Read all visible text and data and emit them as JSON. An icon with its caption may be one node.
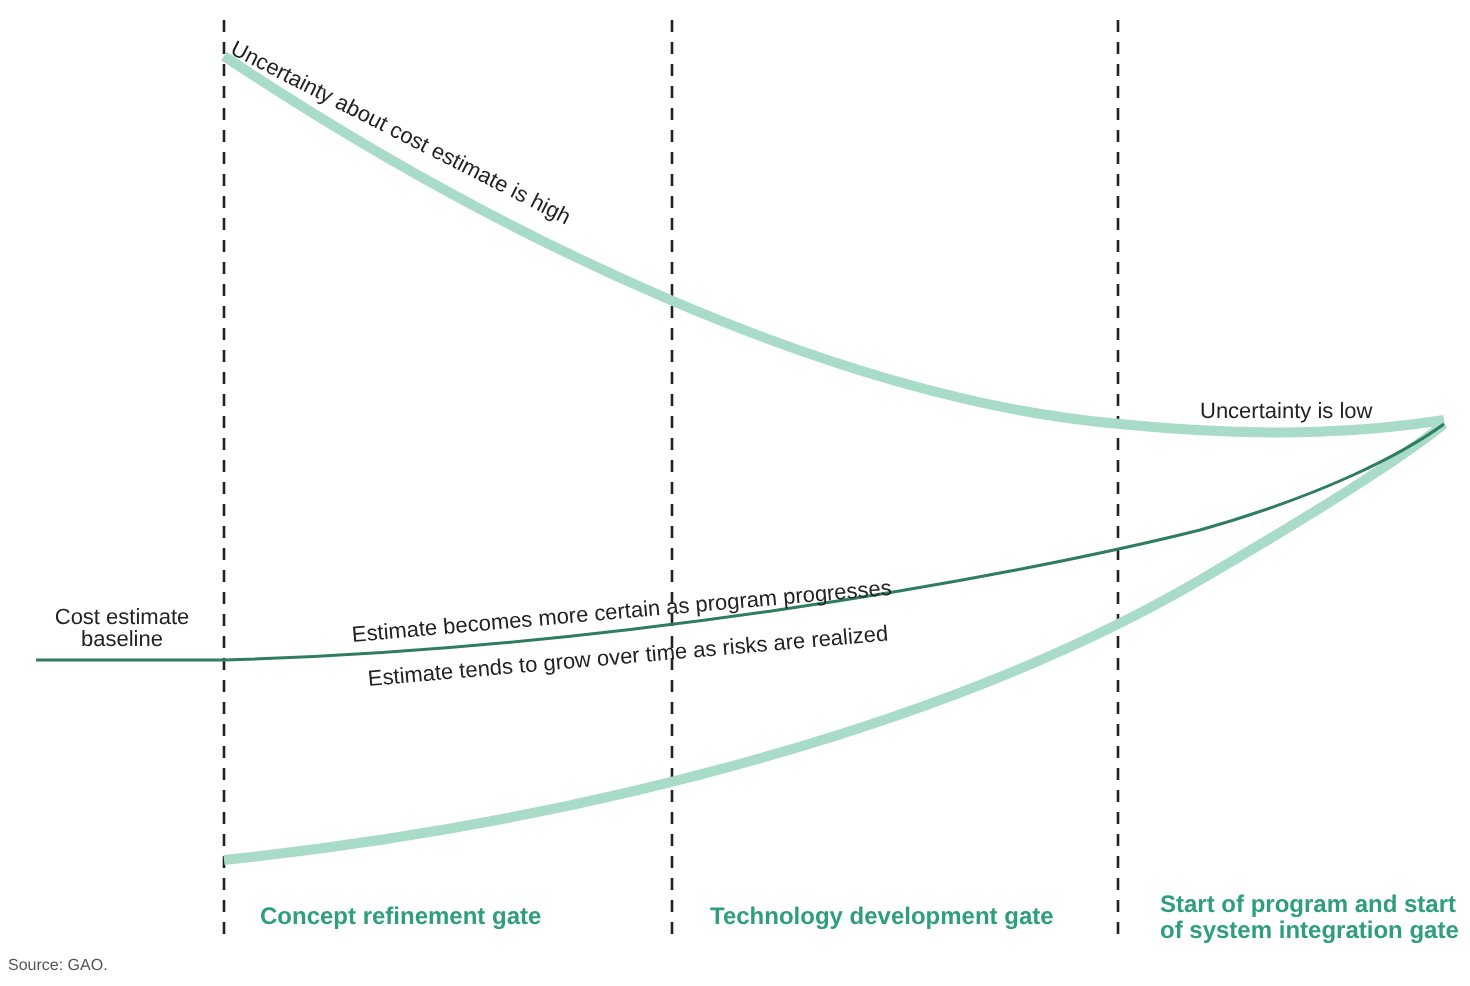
{
  "diagram": {
    "caption": "Source: GAO.",
    "labels": [
      "Uncertainty about cost estimate is high",
      "Uncertainty is low",
      "Cost estimate baseline",
      "Estimate becomes more certain as program progresses",
      "Estimate tends to grow over time as risks are realized",
      "Concept refinement gate",
      "Technology development gate",
      "Start of program and start of system integration gate"
    ]
  }
}
